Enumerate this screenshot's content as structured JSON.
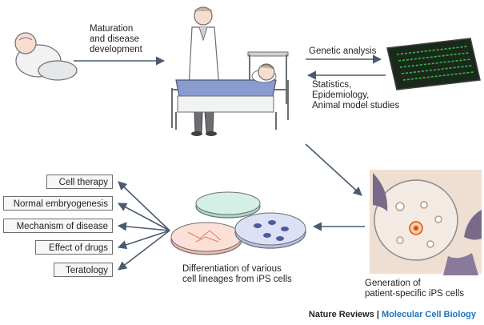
{
  "labels": {
    "maturation": [
      "Maturation",
      "and disease",
      "development"
    ],
    "genetic": "Genetic analysis",
    "statistics": [
      "Statistics,",
      "Epidemiology,",
      "Animal model studies"
    ],
    "differentiation": [
      "Differentiation of various",
      "cell lineages from iPS cells"
    ],
    "generation": [
      "Generation of",
      "patient-specific iPS cells"
    ]
  },
  "applications": [
    "Cell therapy",
    "Normal embryogenesis",
    "Mechanism of disease",
    "Effect of drugs",
    "Teratology"
  ],
  "credit": {
    "journal": "Nature Reviews",
    "separator": "|",
    "section": "Molecular Cell Biology"
  },
  "colors": {
    "arrow": "#4a5a70",
    "blanket": "#8a9bd0",
    "dish_green": "#a8d8c8",
    "dish_blue": "#b8c0e8",
    "dish_pink": "#f4b8a8",
    "credit_accent": "#1b75bc"
  }
}
